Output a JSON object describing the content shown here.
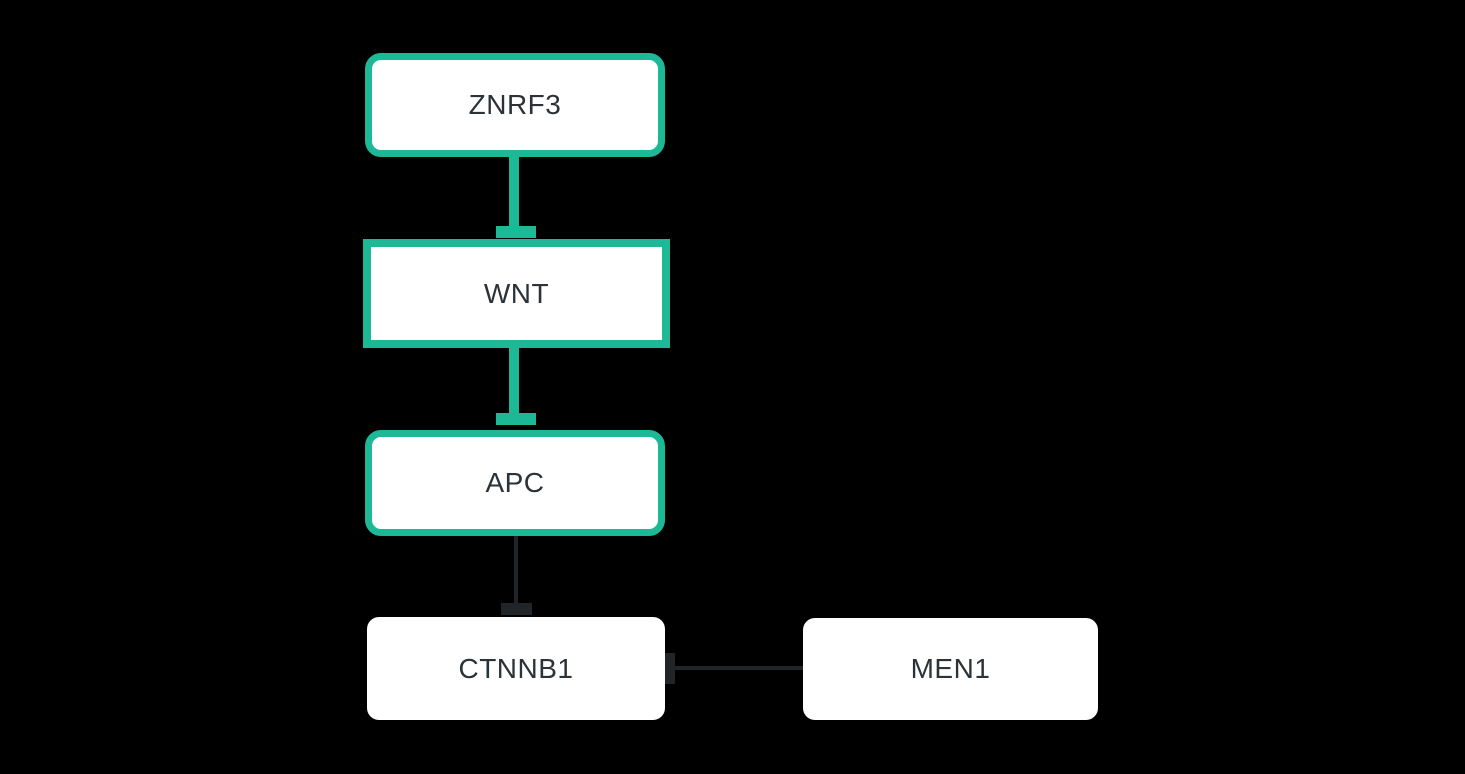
{
  "diagram": {
    "kind": "gene-pathway",
    "background_color": "#000000",
    "colors": {
      "highlight_border": "#1db896",
      "highlight_edge": "#1db896",
      "plain_edge": "#212527",
      "node_fill": "#ffffff",
      "label_text": "#2c3338"
    },
    "nodes": [
      {
        "id": "ZNRF3",
        "label": "ZNRF3",
        "shape": "rounded-rect",
        "highlighted": true
      },
      {
        "id": "WNT",
        "label": "WNT",
        "shape": "rect",
        "highlighted": true
      },
      {
        "id": "APC",
        "label": "APC",
        "shape": "rounded-rect",
        "highlighted": true
      },
      {
        "id": "CTNNB1",
        "label": "CTNNB1",
        "shape": "rounded-rect",
        "highlighted": false
      },
      {
        "id": "MEN1",
        "label": "MEN1",
        "shape": "rounded-rect",
        "highlighted": false
      }
    ],
    "edges": [
      {
        "from": "ZNRF3",
        "to": "WNT",
        "type": "inhibition",
        "color": "#1db896",
        "orientation": "vertical"
      },
      {
        "from": "WNT",
        "to": "APC",
        "type": "inhibition",
        "color": "#1db896",
        "orientation": "vertical"
      },
      {
        "from": "APC",
        "to": "CTNNB1",
        "type": "inhibition",
        "color": "#212527",
        "orientation": "vertical"
      },
      {
        "from": "MEN1",
        "to": "CTNNB1",
        "type": "inhibition",
        "color": "#212527",
        "orientation": "horizontal"
      }
    ]
  }
}
